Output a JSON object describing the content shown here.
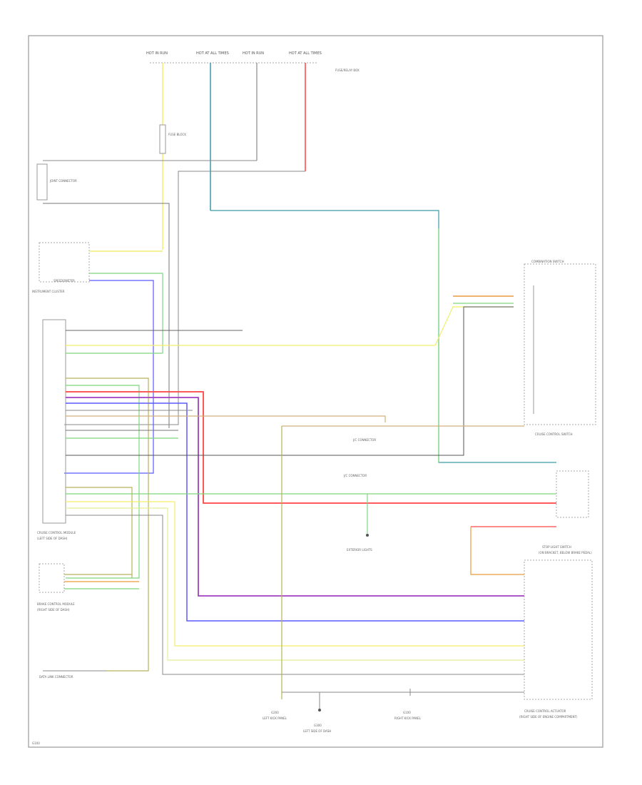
{
  "diagram": {
    "title": "",
    "labels": {
      "fuse_1": "HOT IN RUN",
      "fuse_2": "HOT AT ALL TIMES",
      "fuse_3": "HOT IN RUN",
      "fuse_4": "HOT AT ALL TIMES",
      "fuse_box": "FUSE/RELAY BOX",
      "fuse_block": "FUSE BLOCK",
      "left_junction": "JOINT CONNECTOR",
      "speedometer": "SPEEDOMETER",
      "instrument_cluster": "INSTRUMENT CLUSTER",
      "cruise_module": "CRUISE CONTROL MODULE",
      "cruise_module_loc": "(LEFT SIDE OF DASH)",
      "brake_switch_module": "BRAKE CONTROL MODULE",
      "brake_switch_loc": "(RIGHT SIDE OF DASH)",
      "data_link": "DATA LINK CONNECTOR",
      "combination_switch": "COMBINATION SWITCH",
      "cruise_main_switch": "CRUISE CONTROL SWITCH",
      "stop_light_switch": "STOP LIGHT SWITCH",
      "stop_light_switch_loc": "(ON BRACKET, BELOW BRAKE PEDAL)",
      "cruise_actuator": "CRUISE CONTROL ACTUATOR",
      "cruise_actuator_loc": "(RIGHT SIDE OF ENGINE COMPARTMENT)",
      "jct_upper": "J/C CONNECTOR",
      "jct_mid": "J/C CONNECTOR",
      "exterior_lights": "EXTERIOR LIGHTS",
      "ground_left": "G200",
      "ground_left_loc": "LEFT KICK PANEL",
      "ground_mid": "G300",
      "ground_mid_loc": "LEFT SIDE OF DASH",
      "ground_right": "G100",
      "ground_right_loc": "RIGHT KICK PANEL",
      "footer": "G100"
    },
    "wire_colors": {
      "yellow": "#f2ee6b",
      "yellow_green": "#e6ef9a",
      "green": "#7ed67e",
      "blue": "#5a5aff",
      "teal": "#3a9aa8",
      "red": "#ff4444",
      "violet": "#a040c0",
      "gray": "#888888",
      "dark": "#555555",
      "orange": "#e89a3c",
      "olive": "#b7b35a",
      "tan": "#d0b07a"
    }
  }
}
